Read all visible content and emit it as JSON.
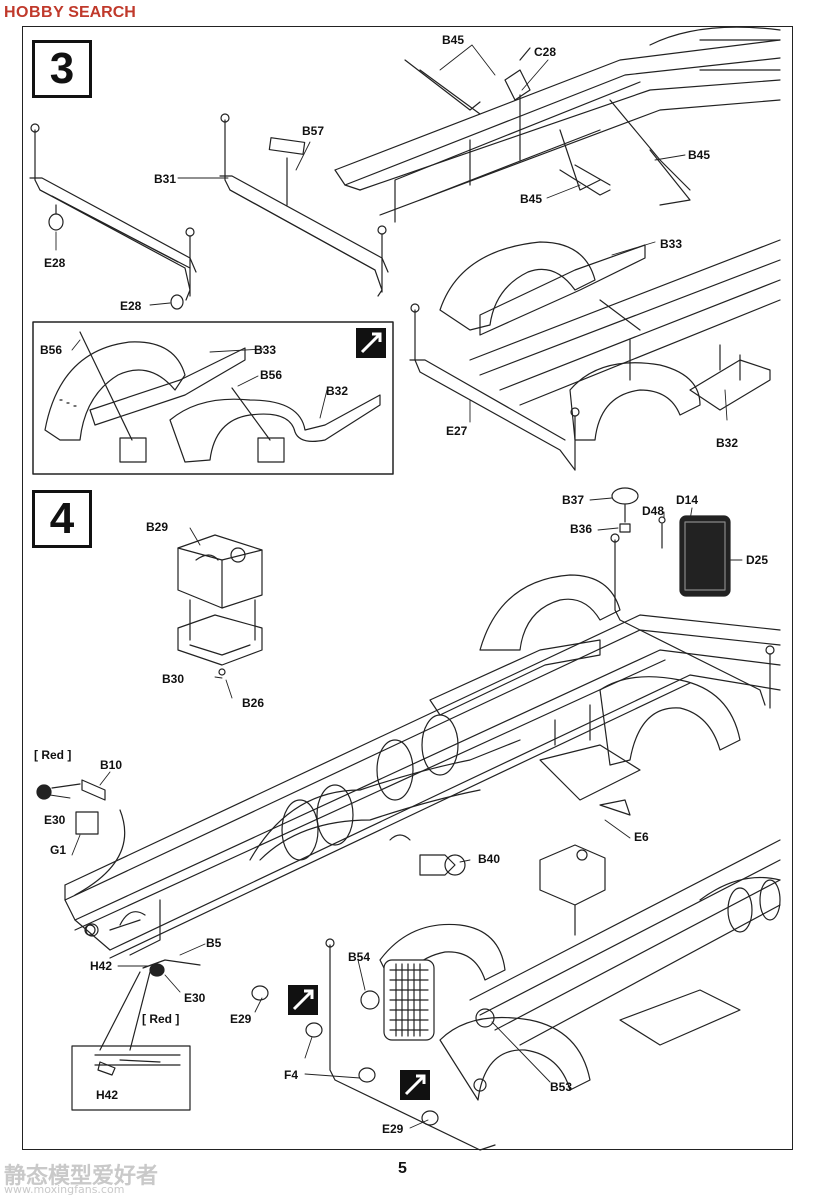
{
  "header": {
    "logo_brand": "HOBBY",
    "logo_search": "SEARCH"
  },
  "steps": {
    "step3": "3",
    "step4": "4"
  },
  "labels": {
    "B45_a": "B45",
    "C28": "C28",
    "B57": "B57",
    "B31": "B31",
    "E28_a": "E28",
    "E28_b": "E28",
    "B45_b": "B45",
    "B45_c": "B45",
    "B33_a": "B33",
    "B33_b": "B33",
    "B56_a": "B56",
    "B56_b": "B56",
    "B32_a": "B32",
    "B32_b": "B32",
    "E27": "E27",
    "B37": "B37",
    "D48": "D48",
    "D14": "D14",
    "B36": "B36",
    "D25": "D25",
    "B29": "B29",
    "B30": "B30",
    "B26": "B26",
    "red_a": "[ Red ]",
    "B10": "B10",
    "E30_a": "E30",
    "G1": "G1",
    "B40": "B40",
    "E6": "E6",
    "B5": "B5",
    "H42_a": "H42",
    "E30_b": "E30",
    "red_b": "[ Red ]",
    "H42_b": "H42",
    "B54": "B54",
    "E29_a": "E29",
    "F4": "F4",
    "B53": "B53",
    "E29_b": "E29"
  },
  "page_number": "5",
  "watermark": {
    "line1": "静态模型爱好者",
    "line2": "www.moxingfans.com"
  }
}
